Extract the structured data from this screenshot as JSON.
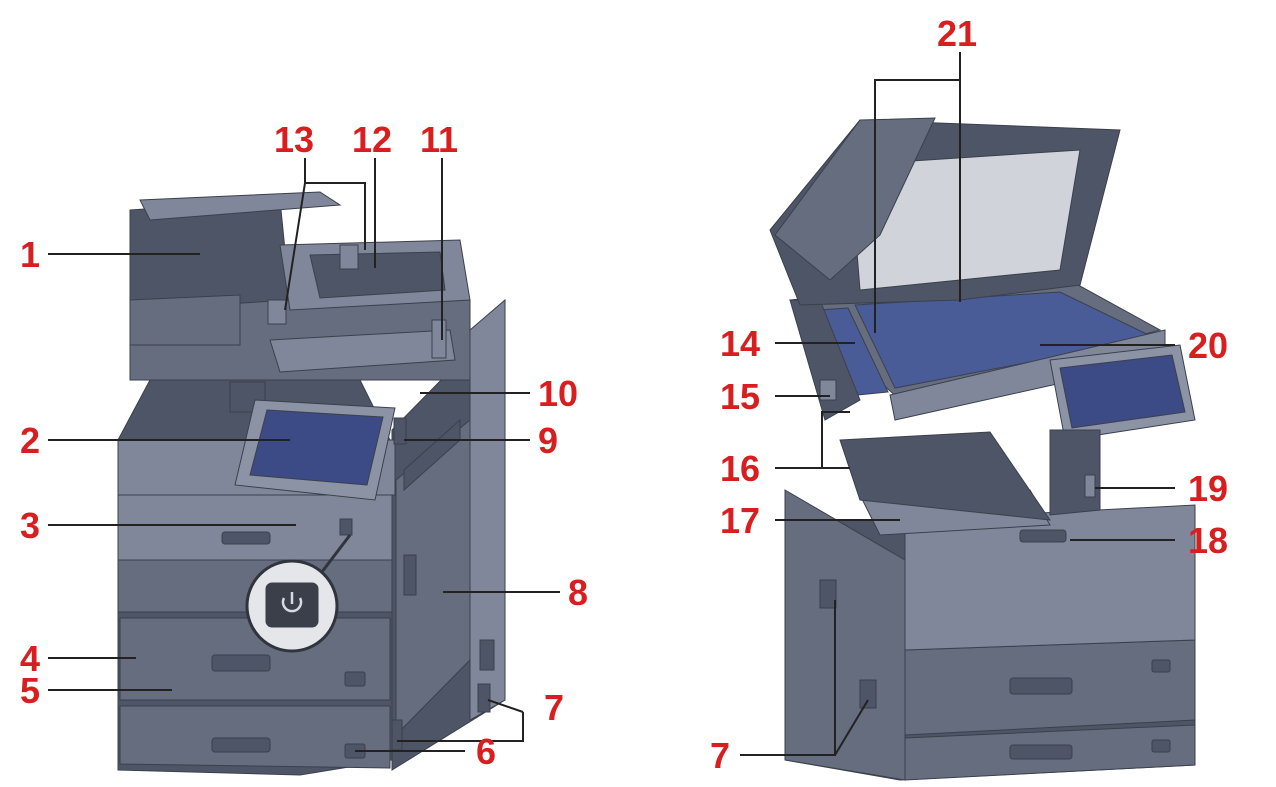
{
  "colors": {
    "label": "#d81e1e",
    "leader": "#ffffff",
    "body_dark": "#4e5566",
    "body_mid": "#666d7e",
    "body_light": "#80879a",
    "panel_top": "#8c93a5",
    "screen": "#3c4a86",
    "screen_glow": "#7480b8",
    "glass": "#4a5c97",
    "lid_inner": "#d0d3d9",
    "power_button": "#3a3f4a",
    "magnifier": "#e4e6ea"
  },
  "icons": {
    "power": "power-icon"
  },
  "labels": {
    "l1": "1",
    "l2": "2",
    "l3": "3",
    "l4": "4",
    "l5": "5",
    "l6": "6",
    "l7a": "7",
    "l7b": "7",
    "l8": "8",
    "l9": "9",
    "l10": "10",
    "l11": "11",
    "l12": "12",
    "l13": "13",
    "l14": "14",
    "l15": "15",
    "l16": "16",
    "l17": "17",
    "l18": "18",
    "l19": "19",
    "l20": "20",
    "l21": "21"
  }
}
